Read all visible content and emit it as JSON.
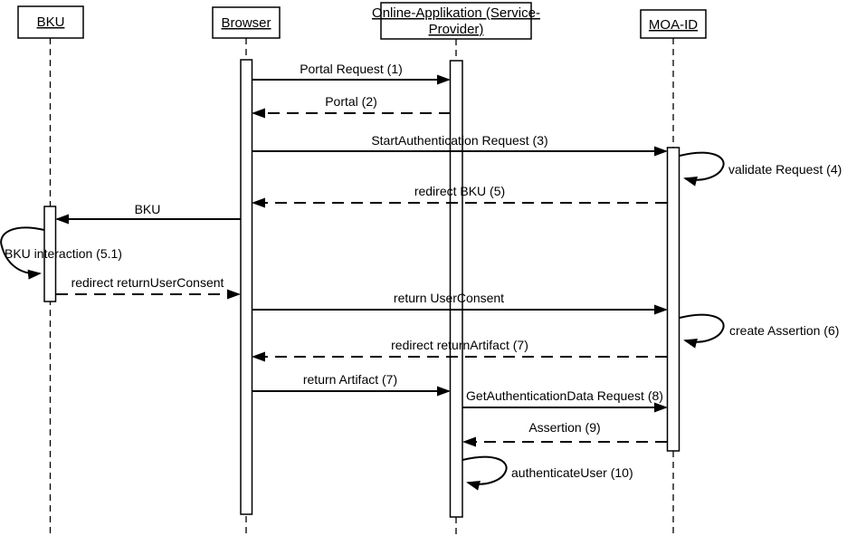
{
  "colors": {
    "line": "#000000",
    "text": "#000000",
    "background": "#ffffff"
  },
  "actors": {
    "bku": {
      "label": "BKU"
    },
    "browser": {
      "label": "Browser"
    },
    "online_app": {
      "line1": "Online-Applikation (Service-",
      "line2": "Provider)"
    },
    "moa_id": {
      "label": "MOA-ID"
    }
  },
  "messages": {
    "portal_request": "Portal Request (1)",
    "portal": "Portal (2)",
    "start_authentication": "StartAuthentication Request (3)",
    "validate_request": "validate Request (4)",
    "redirect_bku": "redirect BKU (5)",
    "bku": "BKU",
    "bku_interaction": "BKU interaction (5.1)",
    "redirect_return_user_consent": "redirect returnUserConsent",
    "return_user_consent": "return UserConsent",
    "create_assertion": "create Assertion (6)",
    "redirect_return_artifact": "redirect returnArtifact (7)",
    "return_artifact": "return Artifact (7)",
    "get_authentication_data": "GetAuthenticationData Request (8)",
    "assertion": "Assertion (9)",
    "authenticate_user": "authenticateUser (10)"
  }
}
